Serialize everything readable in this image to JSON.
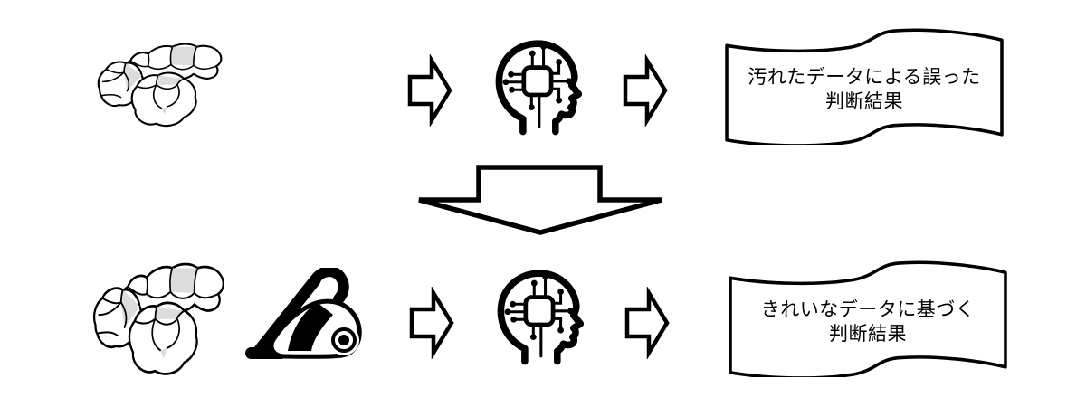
{
  "diagram": {
    "top_flow": {
      "label": "dirty-data-flow",
      "banner": {
        "line1": "汚れたデータによる誤った",
        "line2": "判断結果"
      }
    },
    "bottom_flow": {
      "label": "clean-data-flow",
      "banner": {
        "line1": "きれいなデータに基づく",
        "line2": "判断結果"
      }
    },
    "icons": {
      "crumpled_paper": "crumpled-paper",
      "ai_brain": "head-with-circuit-chip-brain",
      "vacuum": "vacuum-cleaner",
      "arrow_right": "outline-block-arrow-right",
      "arrow_down": "outline-block-arrow-down",
      "banner": "wavy-scroll-banner"
    },
    "colors": {
      "ink": "#000000",
      "background": "#ffffff",
      "paper_shade": "#dcdcdc"
    }
  }
}
